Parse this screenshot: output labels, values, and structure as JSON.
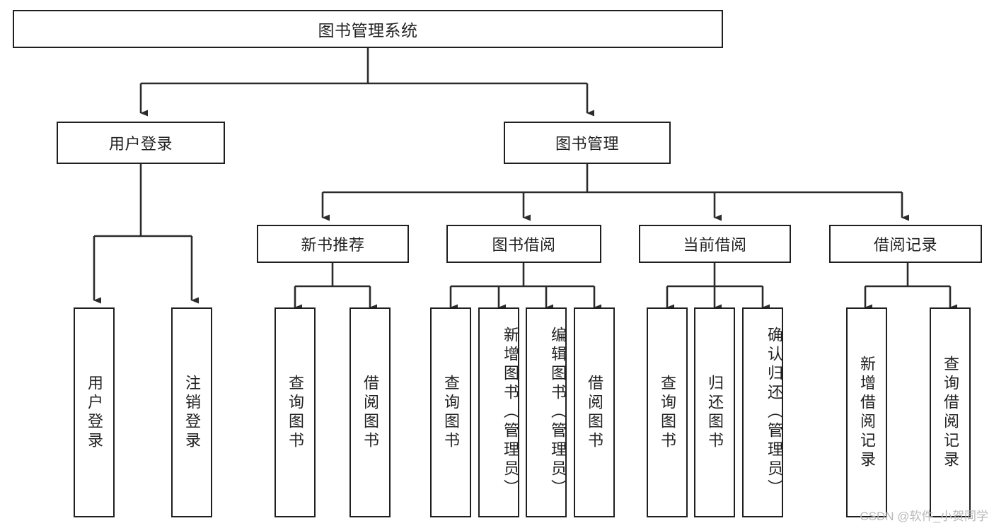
{
  "diagram": {
    "title": "图书管理系统",
    "type": "tree-hierarchy-function-decomposition",
    "watermark": "CSDN @软件_小贺同学",
    "colors": {
      "box_border": "#1f1f1f",
      "box_fill": "#ffffff",
      "connector": "#2b2b2b",
      "text": "#222222",
      "watermark": "#b9b9b9"
    },
    "levels": {
      "root": {
        "label": "图书管理系统"
      },
      "level2": [
        {
          "id": "user-login",
          "label": "用户登录"
        },
        {
          "id": "book-management",
          "label": "图书管理"
        }
      ],
      "level3": [
        {
          "id": "new-book-recommend",
          "label": "新书推荐",
          "parent": "book-management"
        },
        {
          "id": "book-borrow",
          "label": "图书借阅",
          "parent": "book-management"
        },
        {
          "id": "current-borrow",
          "label": "当前借阅",
          "parent": "book-management"
        },
        {
          "id": "borrow-record",
          "label": "借阅记录",
          "parent": "book-management"
        }
      ],
      "leaves": [
        {
          "id": "leaf-user-login",
          "label": "用户登录",
          "parent": "user-login",
          "align": "center"
        },
        {
          "id": "leaf-logout-login",
          "label": "注销登录",
          "parent": "user-login",
          "align": "center"
        },
        {
          "id": "leaf-query-book-1",
          "label": "查询图书",
          "parent": "new-book-recommend",
          "align": "center"
        },
        {
          "id": "leaf-borrow-book-1",
          "label": "借阅图书",
          "parent": "new-book-recommend",
          "align": "center"
        },
        {
          "id": "leaf-query-book-2",
          "label": "查询图书",
          "parent": "book-borrow",
          "align": "center"
        },
        {
          "id": "leaf-add-book",
          "label": "新增图书（管理员）",
          "parent": "book-borrow",
          "align": "top"
        },
        {
          "id": "leaf-edit-book",
          "label": "编辑图书（管理员）",
          "parent": "book-borrow",
          "align": "top"
        },
        {
          "id": "leaf-borrow-book-2",
          "label": "借阅图书",
          "parent": "book-borrow",
          "align": "center"
        },
        {
          "id": "leaf-query-book-3",
          "label": "查询图书",
          "parent": "current-borrow",
          "align": "center"
        },
        {
          "id": "leaf-return-book",
          "label": "归还图书",
          "parent": "current-borrow",
          "align": "center"
        },
        {
          "id": "leaf-confirm-return",
          "label": "确认归还（管理员）",
          "parent": "current-borrow",
          "align": "top"
        },
        {
          "id": "leaf-add-record",
          "label": "新增借阅记录",
          "parent": "borrow-record",
          "align": "center"
        },
        {
          "id": "leaf-query-record",
          "label": "查询借阅记录",
          "parent": "borrow-record",
          "align": "center"
        }
      ]
    }
  }
}
